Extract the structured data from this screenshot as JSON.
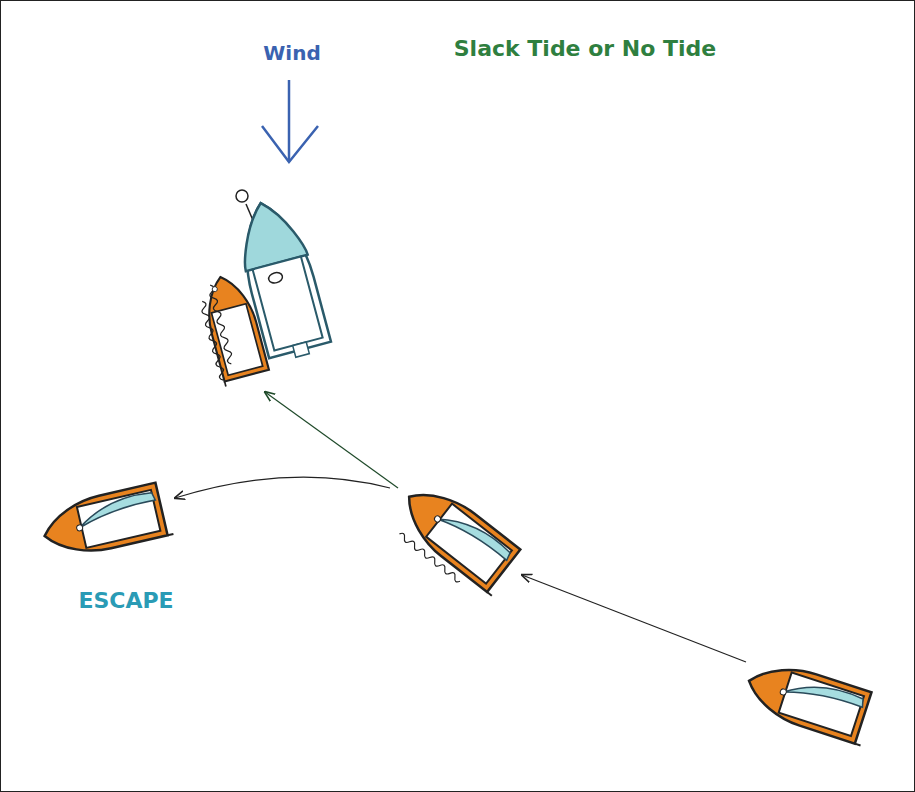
{
  "diagram": {
    "title": "Slack Tide or No Tide",
    "labels": [
      "Wind",
      "ESCAPE"
    ]
  }
}
